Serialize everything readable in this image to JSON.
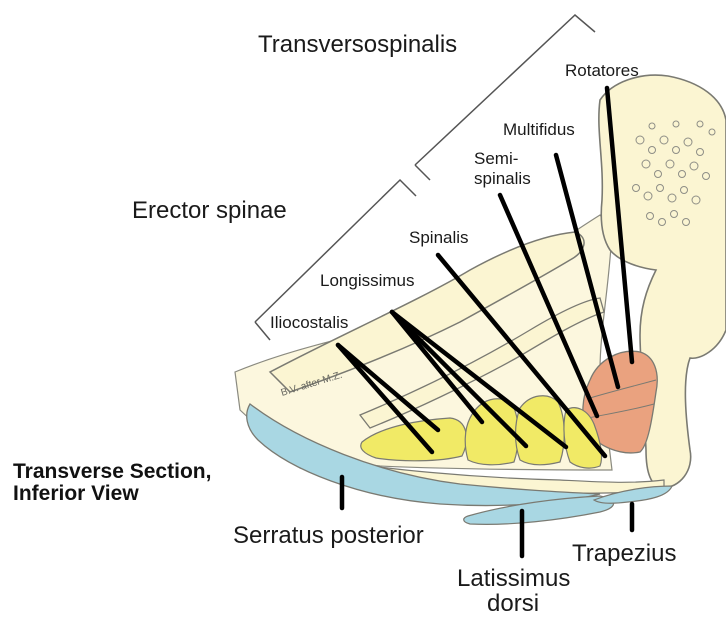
{
  "diagram": {
    "title_line1": "Transverse Section,",
    "title_line2": "Inferior View",
    "signature": "B.V. after M.Z.",
    "groups": {
      "transversospinalis": "Transversospinalis",
      "erector_spinae": "Erector spinae"
    },
    "labels": {
      "rotatores": "Rotatores",
      "multifidus": "Multifidus",
      "semispinalis_line1": "Semi-",
      "semispinalis_line2": "spinalis",
      "spinalis": "Spinalis",
      "longissimus": "Longissimus",
      "iliocostalis": "Iliocostalis",
      "serratus_posterior": "Serratus posterior",
      "latissimus_line1": "Latissimus",
      "latissimus_line2": "dorsi",
      "trapezius": "Trapezius"
    },
    "colors": {
      "bone": "#fbf5d2",
      "outline": "#7a7a72",
      "erector_muscle": "#f1ea66",
      "transversospinalis_muscle": "#eaa27f",
      "superficial_muscle": "#a9d7e3",
      "leader_line": "#000000"
    }
  }
}
